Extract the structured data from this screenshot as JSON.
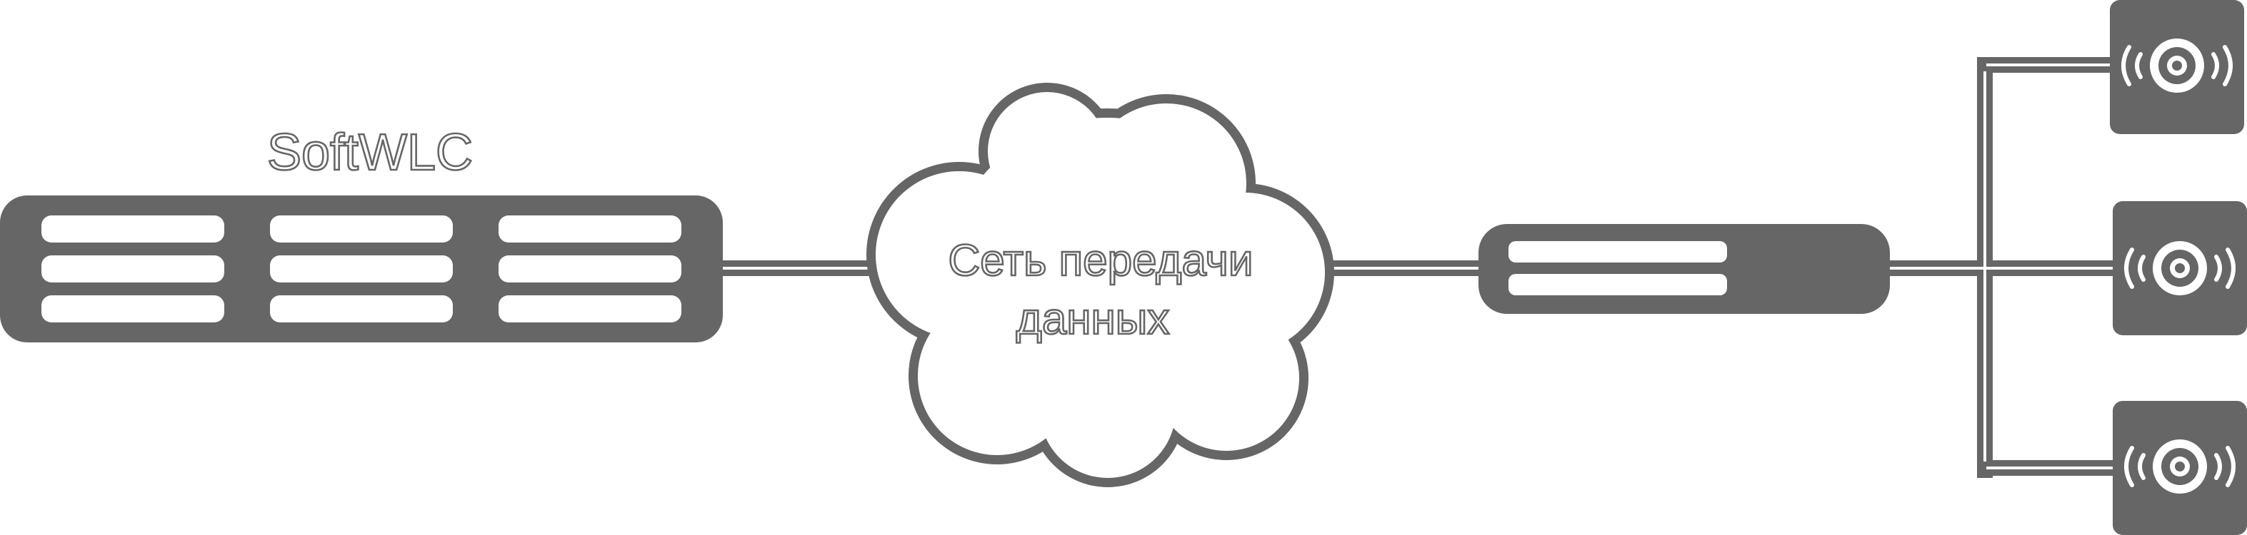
{
  "server": {
    "label": "SoftWLC"
  },
  "network": {
    "label_line1": "Сеть передачи",
    "label_line2": "данных"
  },
  "colors": {
    "device": "#666666",
    "background": "#ffffff",
    "slot": "#ffffff"
  },
  "icons": {
    "server": "rack-server-icon",
    "network": "cloud-icon",
    "switch": "network-switch-icon",
    "access_point": "wifi-access-point-icon"
  }
}
